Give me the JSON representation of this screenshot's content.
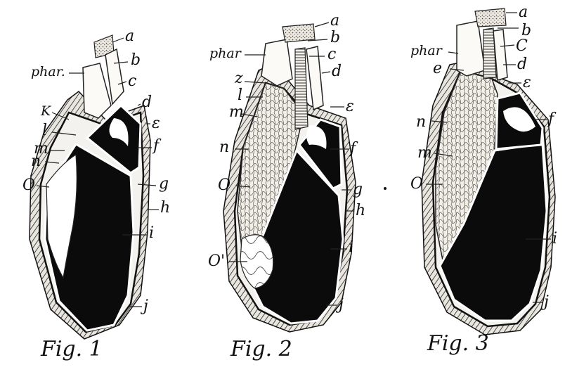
{
  "figures": [
    {
      "caption": "Fig. 1",
      "labels": [
        "a",
        "b",
        "phar.",
        "c",
        "d",
        "K",
        "l",
        "ε",
        "m",
        "f",
        "n",
        "g",
        "O",
        "h",
        "i",
        "j"
      ]
    },
    {
      "caption": "Fig. 2",
      "labels": [
        "a",
        "b",
        "phar",
        "c",
        "d",
        "z",
        "l",
        "ε",
        "m",
        "f",
        "n",
        "O",
        "g",
        "h",
        "i",
        "O'",
        "j"
      ]
    },
    {
      "caption": "Fig. 3",
      "labels": [
        "a",
        "b",
        "phar",
        "C",
        "e",
        "d",
        "ε",
        "n",
        "f",
        "m",
        "O",
        "i",
        "j"
      ]
    }
  ],
  "colors": {
    "ink": "#111111",
    "paper": "#ffffff",
    "fill_dark": "#0b0b0b"
  }
}
